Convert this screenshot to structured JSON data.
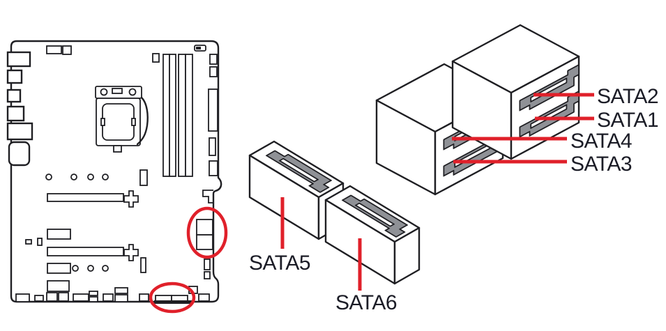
{
  "figure": {
    "type": "motherboard-sata-connector-location-diagram",
    "labels": {
      "sata1": "SATA1",
      "sata2": "SATA2",
      "sata3": "SATA3",
      "sata4": "SATA4",
      "sata5": "SATA5",
      "sata6": "SATA6"
    },
    "colors": {
      "highlight": "#e0202a",
      "line": "#1f1f23",
      "connector_fill": "#8f9196",
      "text": "#1b1c26",
      "background": "#ffffff"
    }
  }
}
